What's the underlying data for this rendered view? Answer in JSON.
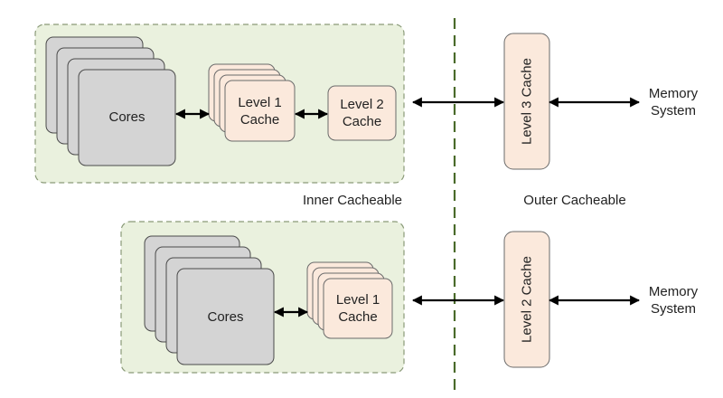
{
  "diagram": {
    "top": {
      "cores_label": "Cores",
      "l1_label": [
        "Level 1",
        "Cache"
      ],
      "l2_label": [
        "Level 2",
        "Cache"
      ],
      "l3_label": "Level 3 Cache",
      "memory_label": [
        "Memory",
        "System"
      ]
    },
    "bottom": {
      "cores_label": "Cores",
      "l1_label": [
        "Level 1",
        "Cache"
      ],
      "l2_label": "Level 2 Cache",
      "memory_label": [
        "Memory",
        "System"
      ]
    },
    "region_labels": {
      "inner": "Inner Cacheable",
      "outer": "Outer Cacheable"
    }
  },
  "colors": {
    "cluster_fill": "#eaf1de",
    "cluster_border": "#8a9a78",
    "core_fill": "#d4d4d4",
    "core_border": "#4a4a4a",
    "cache_fill": "#fbe9dc",
    "cache_border": "#6a6a6a",
    "divider": "#4a6a2a",
    "arrow": "#000000"
  }
}
